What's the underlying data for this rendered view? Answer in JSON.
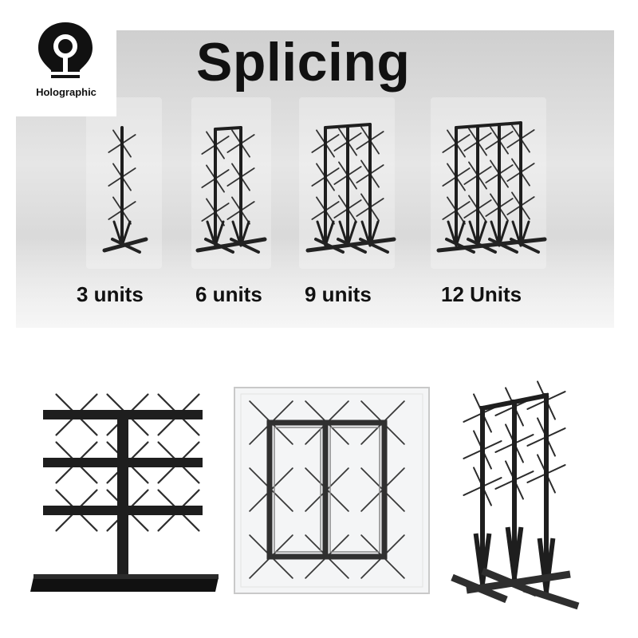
{
  "brand": {
    "logo_text": "Holographic"
  },
  "header": {
    "title": "Splicing"
  },
  "configurations": [
    {
      "label": "3 units"
    },
    {
      "label": "6 units"
    },
    {
      "label": "9 units"
    },
    {
      "label": "12 Units"
    }
  ],
  "colors": {
    "frame": "#1e1e1e",
    "blade": "#2a2a2a",
    "banner": "#dcdcdc"
  }
}
